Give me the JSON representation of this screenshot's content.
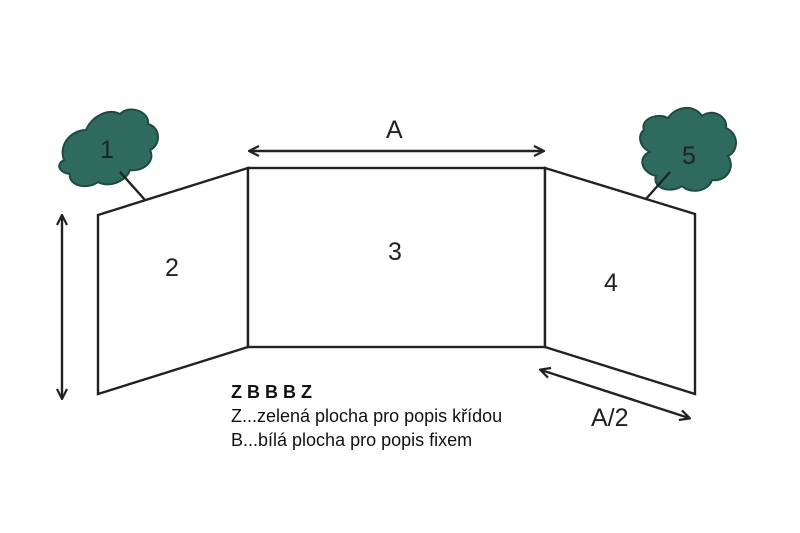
{
  "panels": {
    "p1": "1",
    "p2": "2",
    "p3": "3",
    "p4": "4",
    "p5": "5"
  },
  "dimensions": {
    "width_center": "A",
    "width_wing": "A/2"
  },
  "legend": {
    "sequence": "Z B B B Z",
    "line_z": "Z...zelená plocha pro popis křídou",
    "line_b": "B...bílá plocha pro popis fixem"
  },
  "colors": {
    "chalk_green": "#2e6b5e",
    "outline": "#222222"
  }
}
